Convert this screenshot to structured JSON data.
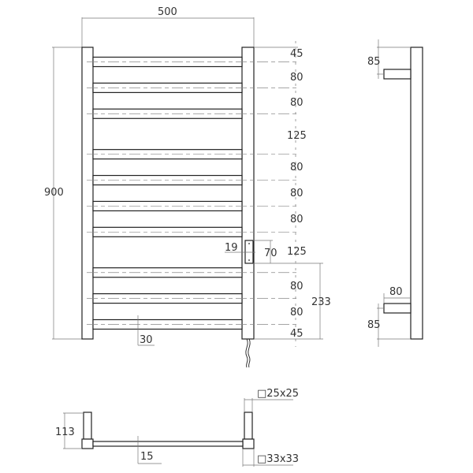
{
  "front_view": {
    "width_label": "500",
    "height_label": "900",
    "spacing_labels": [
      "45",
      "80",
      "80",
      "125",
      "80",
      "80",
      "80",
      "125",
      "80",
      "80",
      "45"
    ],
    "box_width_label": "19",
    "box_height_label": "70",
    "box_offset_label": "233",
    "rail_label": "30"
  },
  "side_view": {
    "top_offset_label": "85",
    "bracket_depth_label": "80",
    "bottom_offset_label": "85"
  },
  "top_view": {
    "depth_label": "113",
    "rail_label": "15",
    "post_section_label": "□25x25",
    "base_section_label": "□33x33"
  }
}
